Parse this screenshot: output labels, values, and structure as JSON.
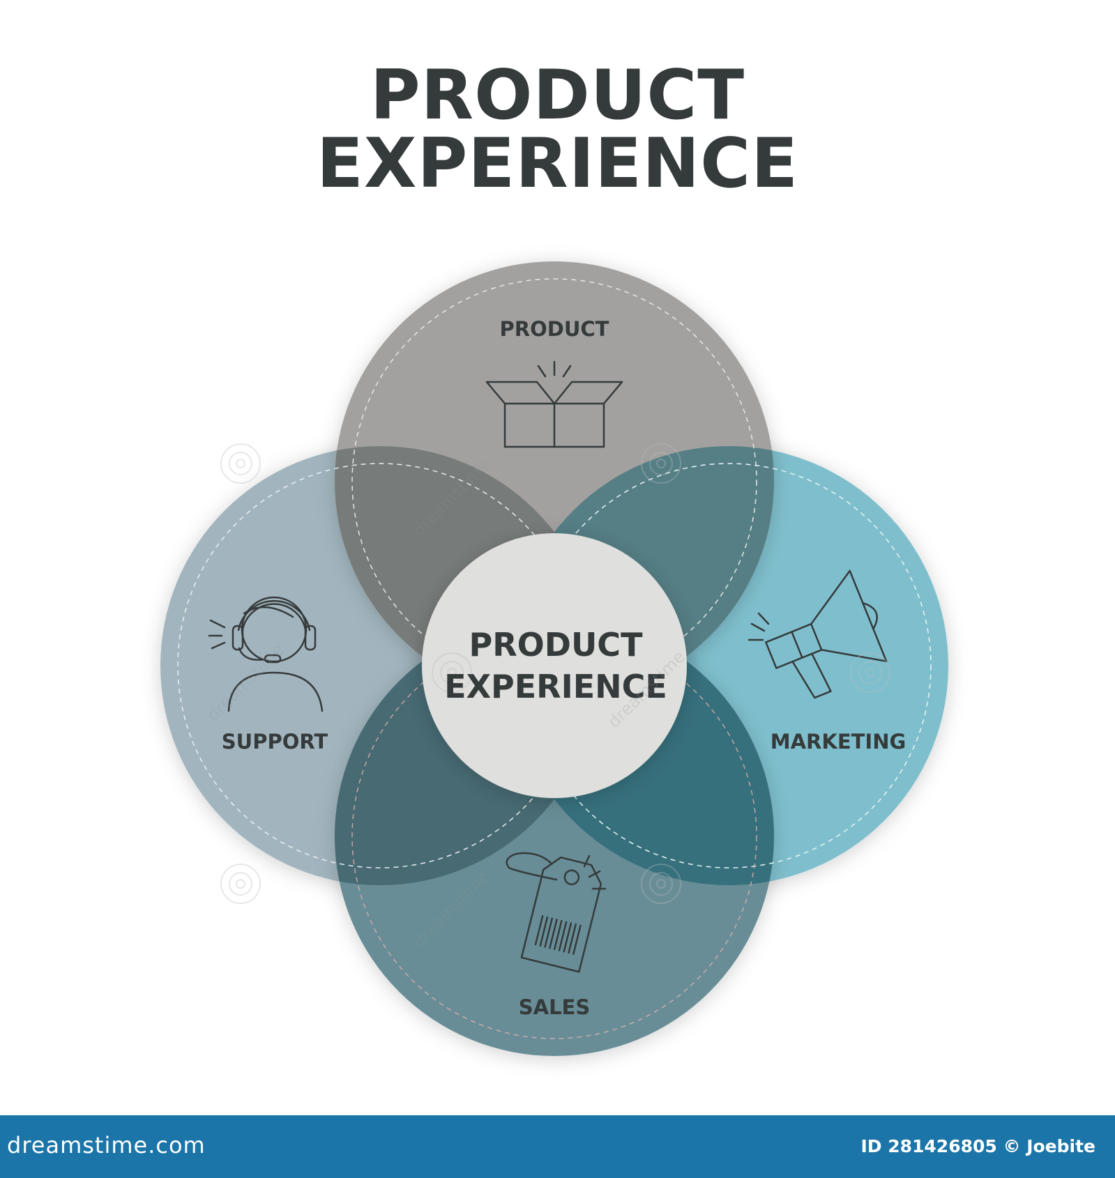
{
  "title": {
    "line1": "PRODUCT",
    "line2": "EXPERIENCE"
  },
  "center": {
    "line1": "PRODUCT",
    "line2": "EXPERIENCE"
  },
  "circles": {
    "product": {
      "label": "PRODUCT",
      "icon": "open-box-icon",
      "color": "#a2a19f"
    },
    "support": {
      "label": "SUPPORT",
      "icon": "headset-agent-icon",
      "color": "#a2b5be"
    },
    "marketing": {
      "label": "MARKETING",
      "icon": "megaphone-icon",
      "color": "#7fbfcd"
    },
    "sales": {
      "label": "SALES",
      "icon": "price-tag-icon",
      "color": "#678d96"
    }
  },
  "colors": {
    "overlap_product_support": "#777b79",
    "overlap_product_marketing": "#557f85",
    "overlap_support_sales": "#476a73",
    "overlap_marketing_sales": "#36707c",
    "center_fill": "#dfdfdd",
    "footer": "#1b75a8",
    "text": "#353a3b"
  },
  "footer": {
    "brand": "dreamstime.com",
    "id_text": "ID 281426805 © Joebite"
  },
  "watermark": "dreamstime"
}
